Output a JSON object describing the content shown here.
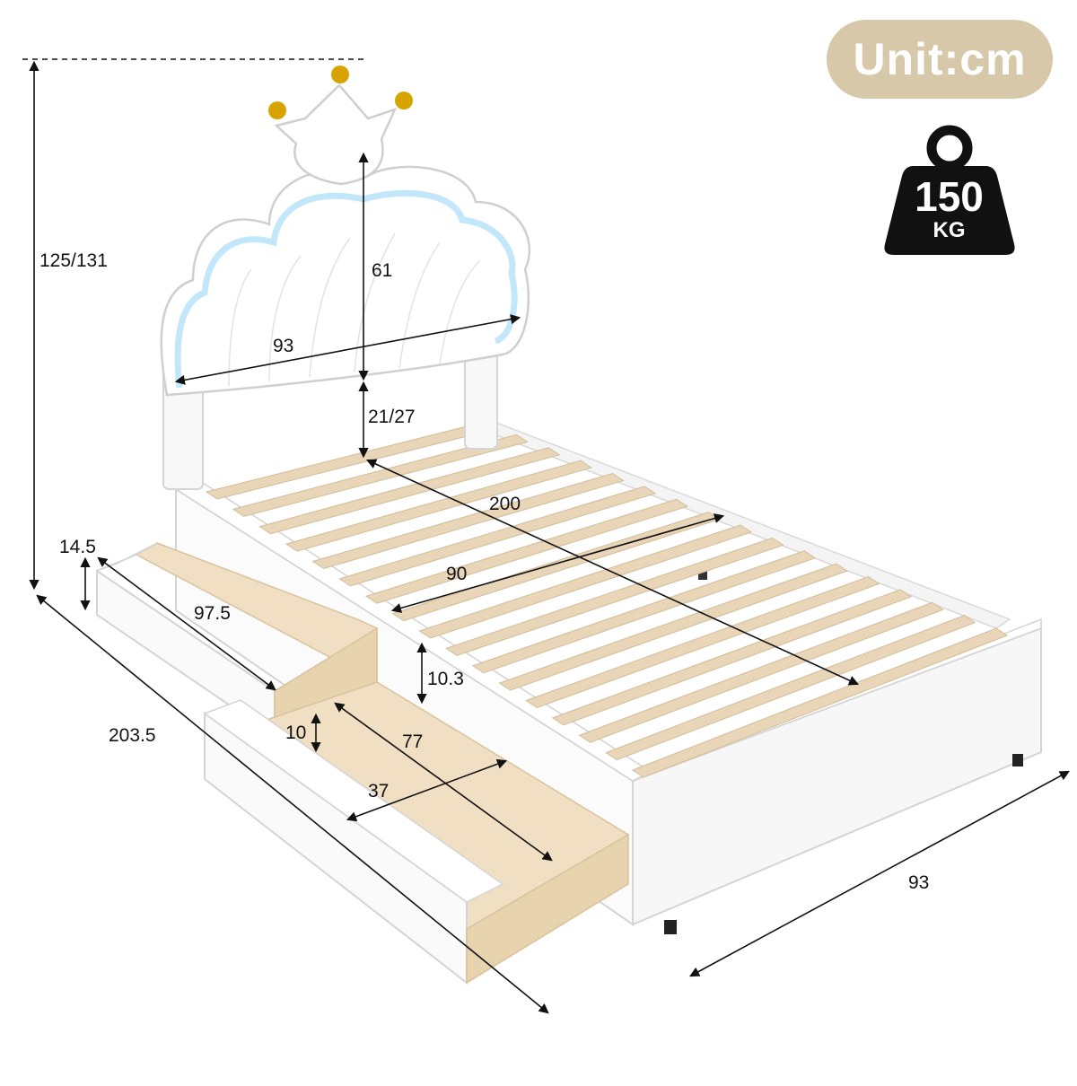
{
  "unit_label": "Unit:cm",
  "weight": {
    "value": "150",
    "unit": "KG"
  },
  "dimensions": {
    "total_height": "125/131",
    "headboard_height": "61",
    "headboard_width": "93",
    "clearance_height": "21/27",
    "inner_length": "200",
    "inner_width": "90",
    "side_height": "14.5",
    "drawer_length": "97.5",
    "frame_height": "10.3",
    "drawer_depth": "10",
    "drawer_inner_length": "77",
    "drawer_inner_width": "37",
    "total_length": "203.5",
    "total_width": "93"
  },
  "colors": {
    "badge": "#d6c8a8",
    "bed": "#ffffff",
    "slats": "#e9d6b8",
    "drawer_wood": "#f0dfc2",
    "gold": "#d6a300",
    "glow": "#8fd3f6"
  }
}
